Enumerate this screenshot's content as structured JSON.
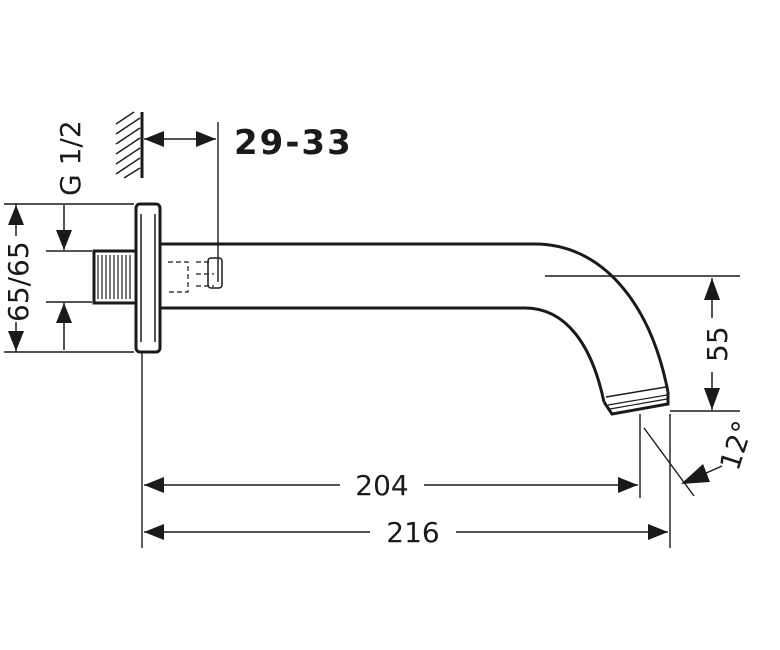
{
  "labels": {
    "wall_offset": "29-33",
    "thread": "G 1/2",
    "height_pair": "65/65",
    "outlet_height": "55",
    "length_inner": "204",
    "length_total": "216",
    "angle": "12°"
  }
}
